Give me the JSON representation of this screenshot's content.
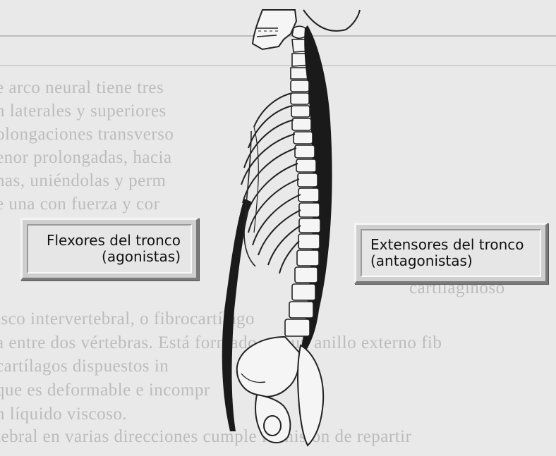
{
  "page": {
    "background": "#e9e9e9",
    "background_text_color": "#bcbcbc",
    "background_lines": [
      "e arco neural tiene tres ",
      "n laterales y superiores ",
      "olongaciones transverso",
      "enor prolongadas, hacia ",
      "nas, uniéndolas y perm",
      "e una con fuerza y cor",
      "",
      "cartilaginoso",
      "",
      "isco intervertebral, o fibrocartílago",
      "a entre dos vértebras. Está formado por un anillo externo fib",
      "cartílagos dispuestos in",
      " que es deformable e incompr",
      "n líquido viscoso.",
      "tebral en varias direcciones cumple la misión de repartir"
    ]
  },
  "labels": {
    "flexors": {
      "line1": "Flexores del tronco",
      "line2": "(agonistas)"
    },
    "extensors": {
      "line1": "Extensores del tronco",
      "line2": "(antagonistas)"
    }
  },
  "colors": {
    "box_face": "#e6e6e6",
    "box_frame": "#cfcfcf",
    "muscle": "#1a1a1a",
    "bone_stroke": "#222222",
    "bone_fill": "#f5f5f5"
  }
}
